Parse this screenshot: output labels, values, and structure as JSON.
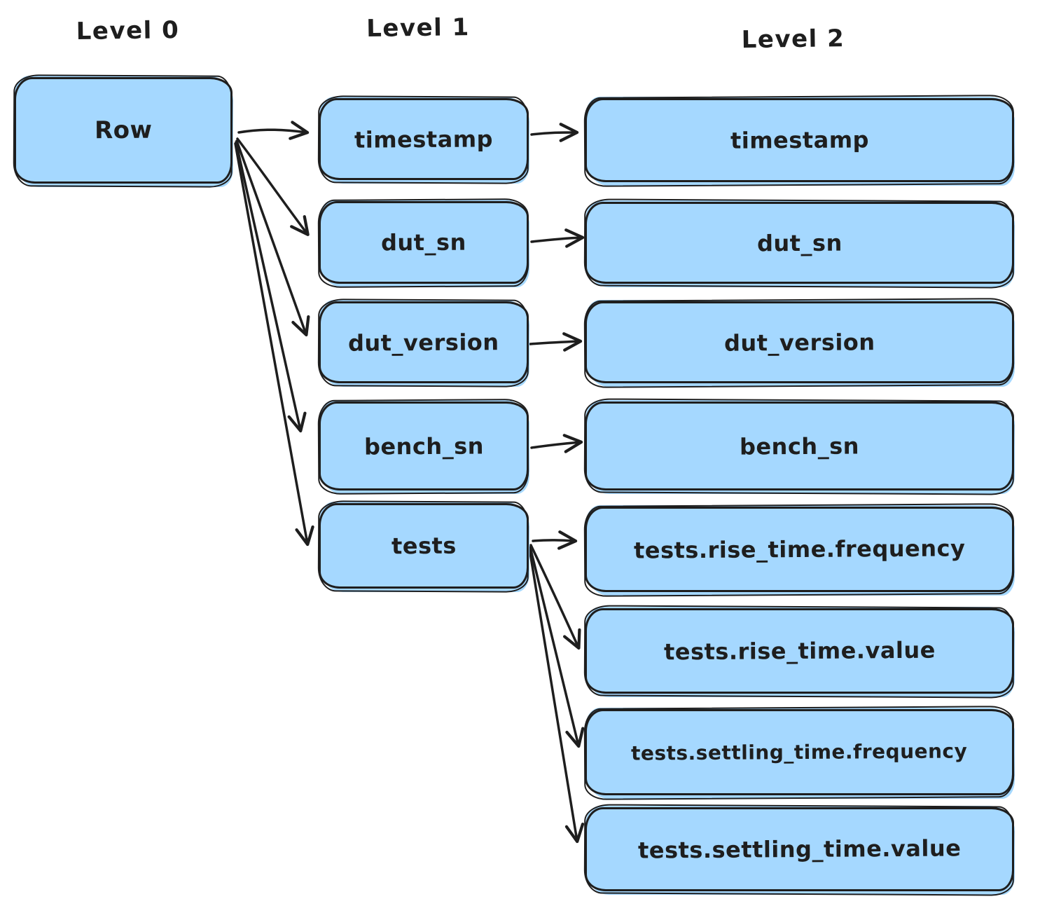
{
  "columns": [
    {
      "label": "Level 0"
    },
    {
      "label": "Level 1"
    },
    {
      "label": "Level 2"
    }
  ],
  "nodes": {
    "row": {
      "label": "Row"
    },
    "level1": [
      {
        "label": "timestamp"
      },
      {
        "label": "dut_sn"
      },
      {
        "label": "dut_version"
      },
      {
        "label": "bench_sn"
      },
      {
        "label": "tests"
      }
    ],
    "level2": [
      {
        "label": "timestamp"
      },
      {
        "label": "dut_sn"
      },
      {
        "label": "dut_version"
      },
      {
        "label": "bench_sn"
      },
      {
        "label": "tests.rise_time.frequency"
      },
      {
        "label": "tests.rise_time.value"
      },
      {
        "label": "tests.settling_time.frequency"
      },
      {
        "label": "tests.settling_time.value"
      }
    ]
  },
  "edges": [
    {
      "from": "Row",
      "to": "timestamp"
    },
    {
      "from": "Row",
      "to": "dut_sn"
    },
    {
      "from": "Row",
      "to": "dut_version"
    },
    {
      "from": "Row",
      "to": "bench_sn"
    },
    {
      "from": "Row",
      "to": "tests"
    },
    {
      "from": "timestamp",
      "to": "timestamp"
    },
    {
      "from": "dut_sn",
      "to": "dut_sn"
    },
    {
      "from": "dut_version",
      "to": "dut_version"
    },
    {
      "from": "bench_sn",
      "to": "bench_sn"
    },
    {
      "from": "tests",
      "to": "tests.rise_time.frequency"
    },
    {
      "from": "tests",
      "to": "tests.rise_time.value"
    },
    {
      "from": "tests",
      "to": "tests.settling_time.frequency"
    },
    {
      "from": "tests",
      "to": "tests.settling_time.value"
    }
  ],
  "colors": {
    "node_fill": "#a5d8ff",
    "ink": "#1e1e1e",
    "background": "#ffffff"
  }
}
